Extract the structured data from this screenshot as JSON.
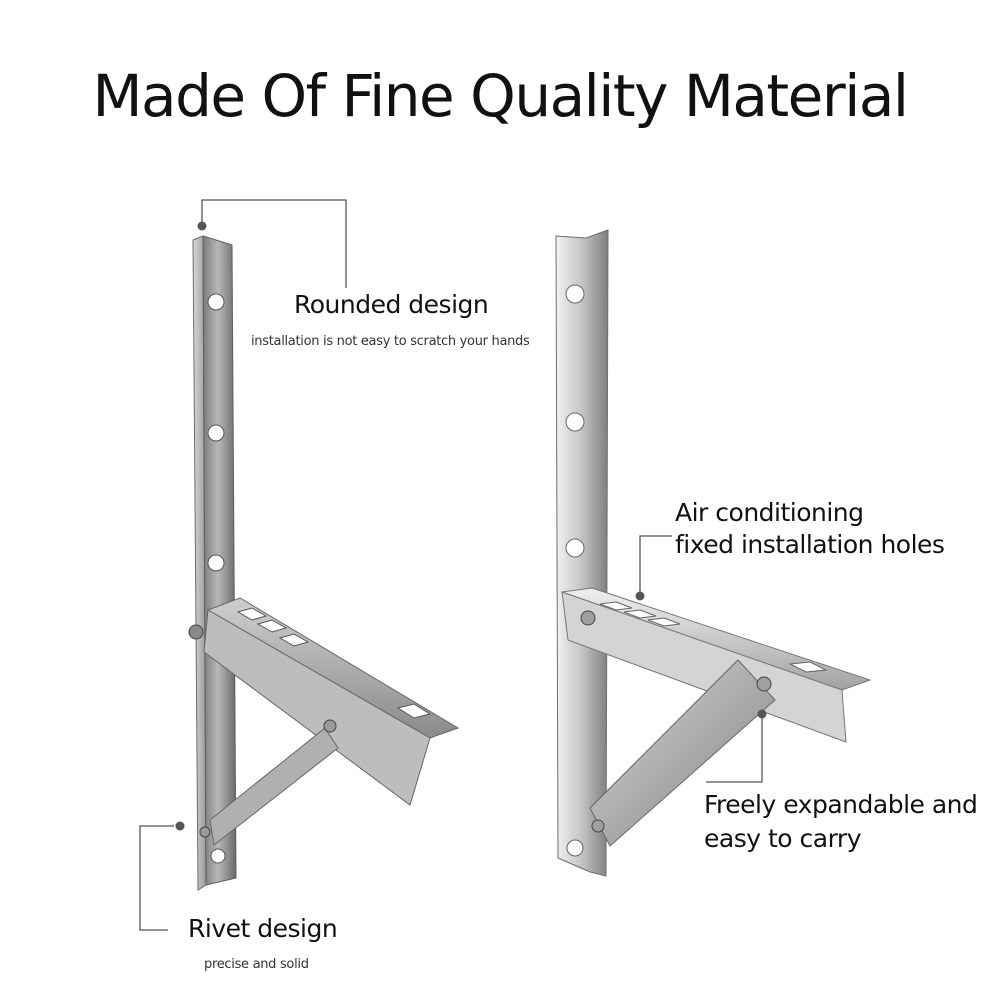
{
  "title": "Made Of Fine Quality Material",
  "callouts": {
    "rounded": {
      "label": "Rounded design",
      "sublabel": "installation is not easy to scratch your hands"
    },
    "holes": {
      "line1": "Air conditioning",
      "line2": "fixed installation holes"
    },
    "expandable": {
      "line1": "Freely expandable and",
      "line2": "easy to carry"
    },
    "rivet": {
      "label": "Rivet design",
      "sublabel": "precise and solid"
    }
  },
  "colors": {
    "steel_dark": "#6d6d6d",
    "steel_mid": "#a9a9a9",
    "steel_light": "#e6e6e6",
    "leader_line": "#555555",
    "text": "#111111"
  }
}
